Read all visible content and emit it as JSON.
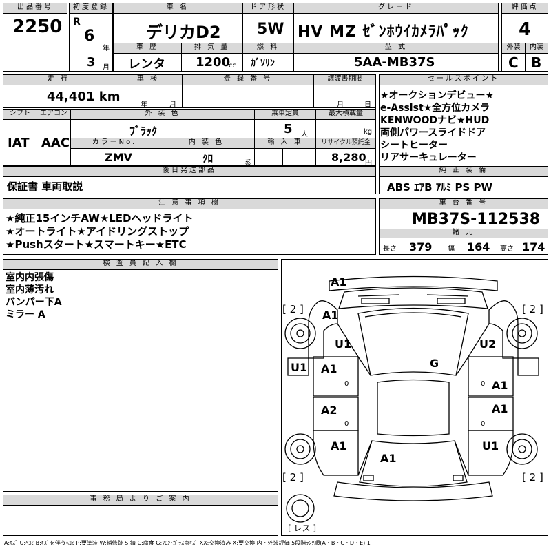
{
  "header": {
    "lot_label": "出品番号",
    "lot": "2250",
    "first_reg_label": "初度登録",
    "era": "R",
    "year": "6",
    "year_unit": "年",
    "month": "3",
    "month_unit": "月",
    "car_name_label": "車 名",
    "car_name": "デリカD2",
    "history_label": "車 歴",
    "history": "レンタ",
    "displacement_label": "排 気 量",
    "displacement": "1200",
    "displacement_unit": "cc",
    "door_label": "ドア形状",
    "door": "5W",
    "fuel_label": "燃 料",
    "fuel": "ｶﾞｿﾘﾝ",
    "grade_label": "グレード",
    "grade": "HV MZ ｾﾞﾝﾎｳｲｶﾒﾗﾊﾟｯｸ",
    "model_label": "型 式",
    "model": "5AA-MB37S",
    "score_label": "評価点",
    "score": "4",
    "ext_label": "外装",
    "ext": "C",
    "int_label": "内装",
    "int": "B"
  },
  "row2": {
    "mileage_label": "走 行",
    "mileage": "44,401 km",
    "inspection_label": "車 検",
    "insp_year": "年",
    "insp_month": "月",
    "reg_label": "登 録 番 号",
    "doc_label": "譲渡書期限",
    "doc_month": "月",
    "doc_day": "日",
    "shift_label": "シフト",
    "shift": "IAT",
    "ac_label": "エアコン",
    "ac": "AAC",
    "color_label": "外 装 色",
    "color": "ﾌﾞﾗｯｸ",
    "seats_label": "乗車定員",
    "seats": "5",
    "seats_unit": "人",
    "load_label": "最大積載量",
    "load_unit": "kg",
    "colorno_label": "カラーNo.",
    "colorno": "ZMV",
    "intcolor_label": "内 装 色",
    "intcolor": "ｸﾛ",
    "intcolor_unit": "系",
    "import_label": "輸 入 車",
    "recycle_label": "リサイクル預託金",
    "recycle": "8,280",
    "recycle_unit": "円",
    "later_label": "後日発送部品",
    "later": "保証書 車両取説"
  },
  "sales": {
    "label": "セールスポイント",
    "lines": [
      "★オークションデビュー★",
      "e-Assist★全方位カメラ",
      "KENWOODナビ★HUD",
      "両側パワースライドドア",
      "シートヒーター",
      "リアサーキュレーター"
    ],
    "equip_label": "純 正 装 備",
    "equip": "ABS ｴｱB ｱﾙﾐ PS PW"
  },
  "notes": {
    "label": "注 意 事 項 欄",
    "lines": [
      "★純正15インチAW★LEDヘッドライト",
      "★オートライト★アイドリングストップ",
      "★Pushスタート★スマートキー★ETC"
    ]
  },
  "chassis": {
    "label": "車 台 番 号",
    "number": "MB37S-112538",
    "spec_label": "諸 元",
    "len_label": "長さ",
    "len": "379",
    "wid_label": "幅",
    "wid": "164",
    "hei_label": "高さ",
    "hei": "174"
  },
  "inspector": {
    "label": "検 査 員 記 入 欄",
    "lines": [
      "室内内張傷",
      "室内薄汚れ",
      "バンパー下A",
      "ミラー A"
    ]
  },
  "office": {
    "label": "事 務 局 よ り ご 案 内"
  },
  "diagram": {
    "marks": {
      "front_bumper": "A1",
      "hood_left": "A1",
      "fender_fl": "U1",
      "fender_fr": "U2",
      "roof": "G",
      "door_fl_outer": "U1",
      "door_fl": "A1",
      "door_fr": "A1",
      "door_rl": "A2",
      "door_rr": "A1",
      "quarter_rl": "A1",
      "quarter_rr": "U1",
      "rear_center": "A1"
    },
    "zeros": [
      "0",
      "0",
      "0",
      "0"
    ],
    "tires": [
      "2",
      "2",
      "2",
      "2"
    ],
    "spare": "レス"
  },
  "legend": "A:ｷｽﾞ U:ﾍｺﾐ B:ｷｽﾞを伴うﾍｺﾐ P:要塗装 W:補修跡 S:錆 C:腐食 G:ﾌﾛﾝﾄｶﾞﾗｽ点ｷｽﾞ XX:交換済み X:要交換 内・外装評価 5段階ﾗﾝｸ順(A・B・C・D・E) 1"
}
